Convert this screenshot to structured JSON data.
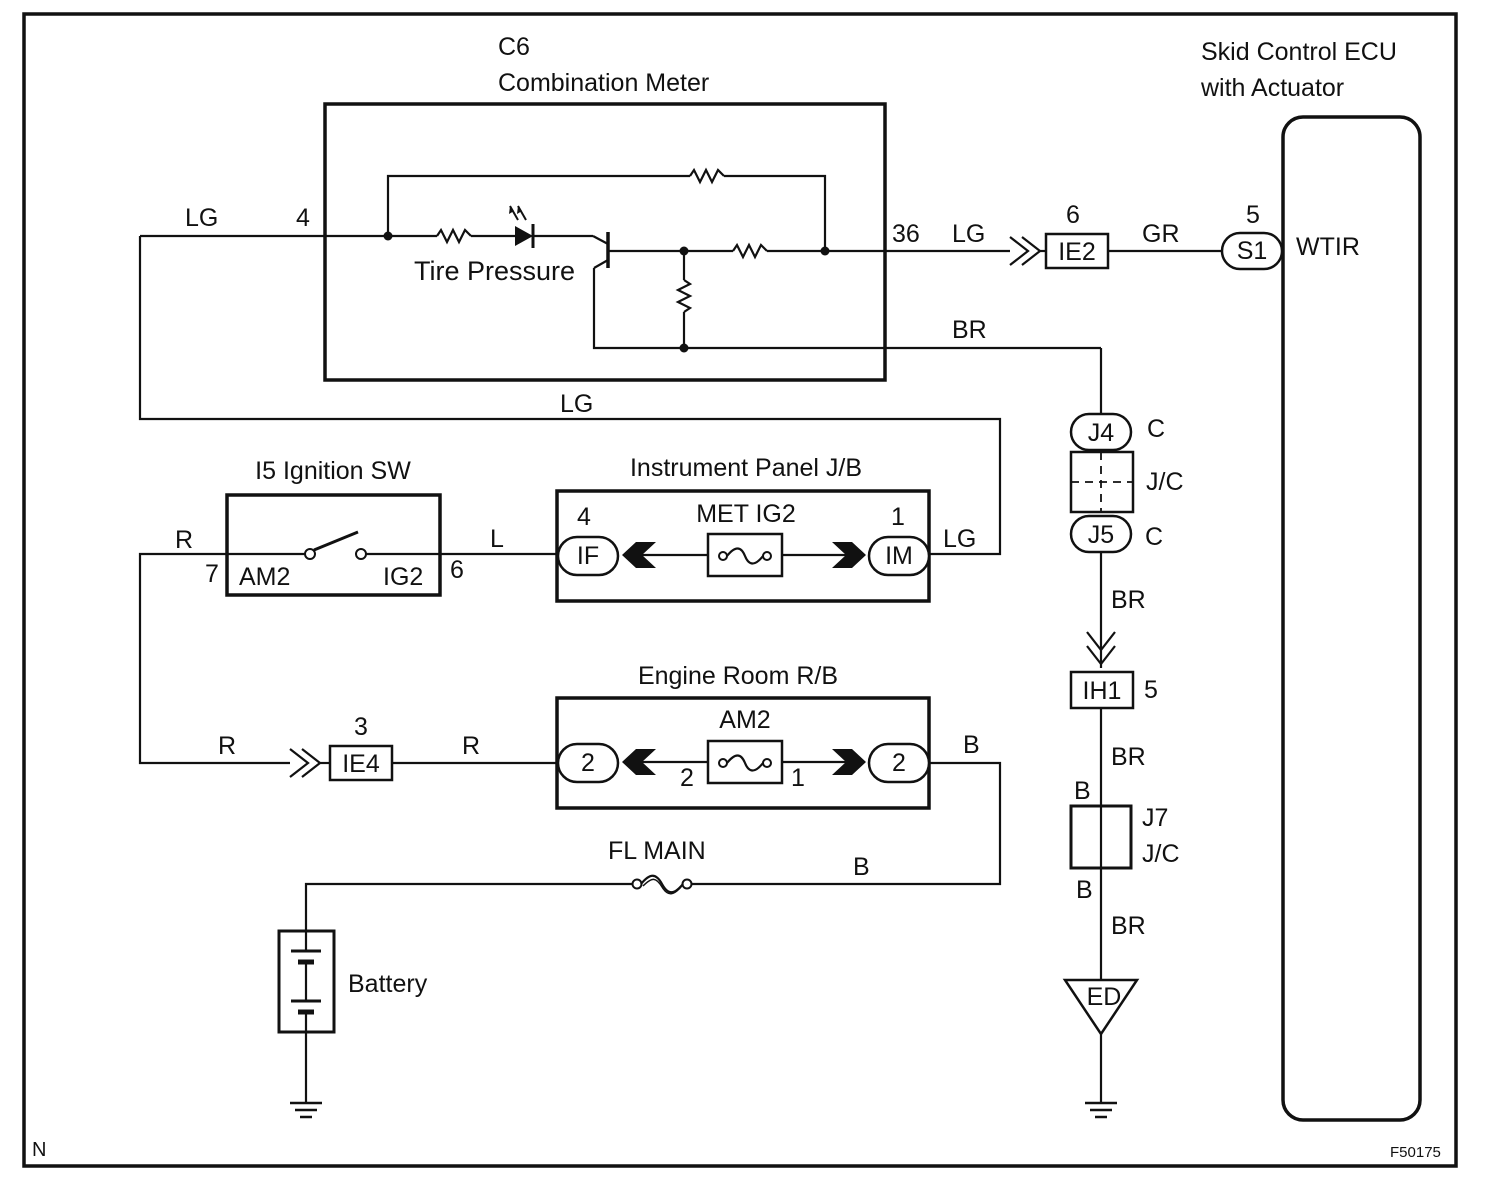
{
  "components": {
    "combination_meter": {
      "code": "C6",
      "name": "Combination Meter",
      "indicator_label": "Tire Pressure",
      "pin_in": "4",
      "pin_out": "36"
    },
    "skid_ecu": {
      "line1": "Skid Control ECU",
      "line2": "with Actuator",
      "terminal": "WTIR",
      "connector": "S1",
      "pin": "5"
    },
    "ignition_sw": {
      "title": "I5 Ignition SW",
      "left_term": "AM2",
      "right_term": "IG2",
      "pin_left": "7",
      "pin_right": "6"
    },
    "instrument_jb": {
      "title": "Instrument Panel J/B",
      "fuse": "MET IG2",
      "left_conn": "IF",
      "right_conn": "IM",
      "pin_left": "4",
      "pin_right": "1"
    },
    "engine_rb": {
      "title": "Engine Room R/B",
      "fuse": "AM2",
      "left_conn": "2",
      "right_conn": "2",
      "pin_left": "2",
      "pin_right": "1"
    },
    "fl_main": {
      "label": "FL MAIN"
    },
    "battery": {
      "label": "Battery"
    },
    "ie2": {
      "name": "IE2",
      "pin": "6"
    },
    "ie4": {
      "name": "IE4",
      "pin": "3"
    },
    "ih1": {
      "name": "IH1",
      "pin": "5"
    },
    "j4": {
      "name": "J4",
      "letter": "C"
    },
    "j5": {
      "name": "J5",
      "letter": "C"
    },
    "jc_upper": {
      "label": "J/C"
    },
    "j7": {
      "name": "J7",
      "label": "J/C",
      "in_letter": "B",
      "out_letter": "B"
    },
    "ground_point": {
      "name": "ED"
    }
  },
  "wire_colors": {
    "lg_meter_in": "LG",
    "lg_meter_out": "LG",
    "gr_to_ecu": "GR",
    "br_meter_ground": "BR",
    "lg_loop": "LG",
    "lg_jb_out": "LG",
    "l_ig2_to_jb": "L",
    "r_am2_in": "R",
    "r_to_ie4": "R",
    "r_ie4_to_rb": "R",
    "b_rb_out": "B",
    "b_fl_main": "B",
    "br_to_ih1": "BR",
    "br_ih1_to_j7": "BR",
    "br_to_ground": "BR"
  },
  "footer": {
    "corner_left": "N",
    "figure_id": "F50175"
  }
}
